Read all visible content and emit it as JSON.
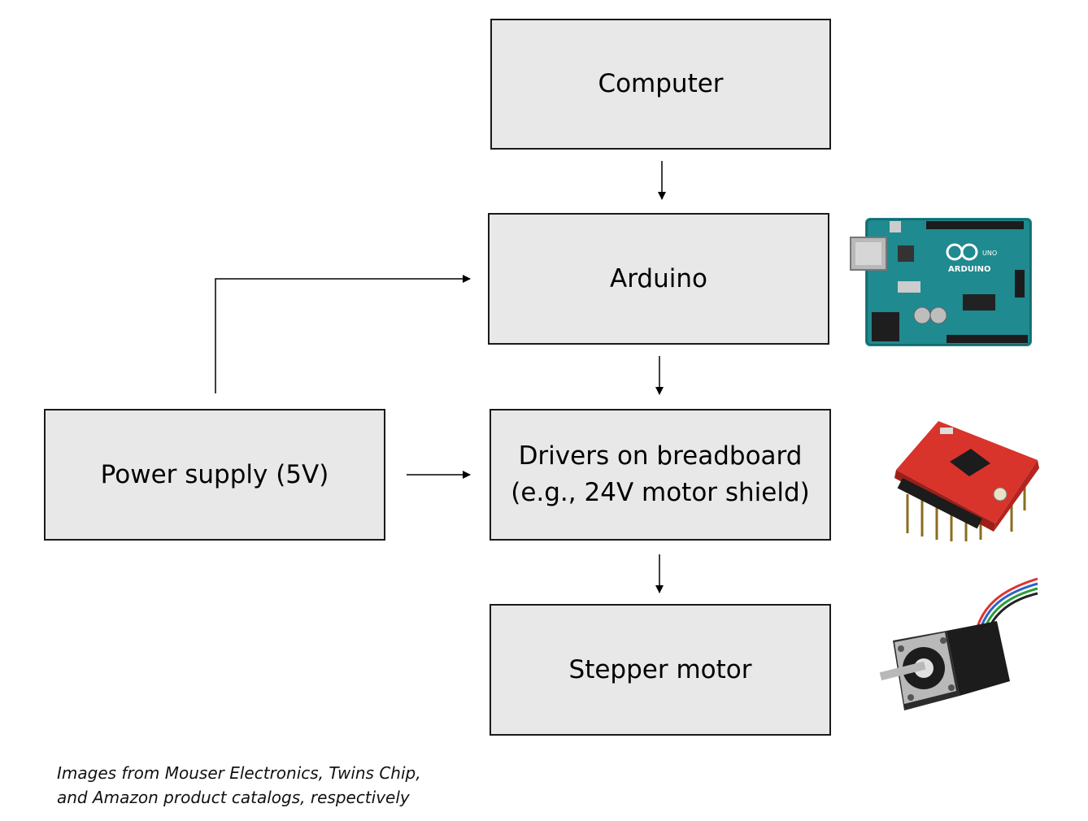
{
  "boxes": {
    "computer": "Computer",
    "arduino": "Arduino",
    "drivers_line1": "Drivers on breadboard",
    "drivers_line2": "(e.g., 24V motor shield)",
    "power": "Power supply (5V)",
    "stepper": "Stepper motor"
  },
  "caption": {
    "line1": "Images from Mouser Electronics, Twins Chip,",
    "line2": "and Amazon product catalogs, respectively"
  },
  "photo_logo": {
    "arduino_text": "ARDUINO",
    "uno_text": "UNO"
  },
  "colors": {
    "box_fill": "#e8e8e8",
    "box_border": "#1a1a1a",
    "arduino_board": "#1f8a8f",
    "driver_board": "#d8342c",
    "motor_body": "#1c1c1c"
  }
}
